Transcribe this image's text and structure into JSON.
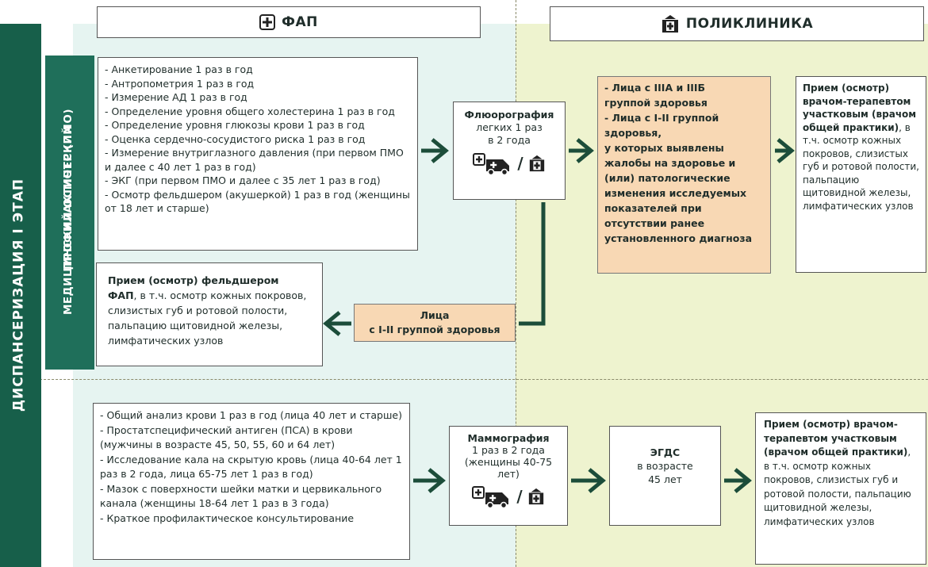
{
  "headers": {
    "fap": "ФАП",
    "clinic": "ПОЛИКЛИНИКА"
  },
  "side_labels": {
    "stage": "ДИСПАНСЕРИЗАЦИЯ I ЭТАП",
    "pmo_line1": "ПРОФИЛАКТИЧЕСКИЙ",
    "pmo_line2": "МЕДИЦИНСКИЙ ОСМОТР (ПМО)"
  },
  "pmo_list": [
    "- Анкетирование 1 раз в год",
    "- Антропометрия 1 раз в год",
    "- Измерение АД 1 раз в год",
    "- Определение уровня общего холестерина 1 раз в год",
    "- Определение уровня глюкозы крови 1 раз в год",
    "- Оценка сердечно-сосудистого риска 1 раз в год",
    "- Измерение внутриглазного давления (при первом ПМО и далее с 40 лет 1 раз в год)",
    "- ЭКГ (при первом ПМО и далее с 35 лет 1 раз в год)",
    "- Осмотр фельдшером (акушеркой) 1 раз в год (женщины от 18 лет и старше)"
  ],
  "fluoro": {
    "title": "Флюорография",
    "line1": "легких 1 раз",
    "line2": "в 2 года"
  },
  "icon_separator": "/",
  "groups_box": {
    "line1": "- Лица с IIIА и IIIБ",
    "line2": "группой здоровья",
    "line3": "- Лица с I-II группой",
    "line4": "здоровья,",
    "line5": "у которых выявлены",
    "line6": "жалобы на здоровье и",
    "line7": "(или) патологические",
    "line8": "изменения исследуемых",
    "line9": "показателей при",
    "line10": "отсутствии ранее",
    "line11": "установленного диагноза"
  },
  "therapist_top": {
    "bold": "Прием (осмотр) врачом-терапевтом участковым (врачом общей практики)",
    "rest": ", в т.ч. осмотр кожных покровов, слизистых губ и ротовой полости, пальпацию щитовидной железы, лимфатических узлов"
  },
  "feldsher": {
    "bold": "Прием (осмотр) фельдшером ФАП",
    "rest": ", в т.ч. осмотр кожных покровов, слизистых губ и ротовой полости, пальпацию щитовидной железы, лимфатических узлов"
  },
  "healthy_group": {
    "line1": "Лица",
    "line2": "с I-II группой здоровья"
  },
  "disp_list": [
    "- Общий анализ крови 1 раз в год (лица 40 лет и старше)",
    "- Простатспецифический антиген (ПСА) в крови (мужчины в возрасте 45, 50, 55, 60 и 64 лет)",
    "- Исследование кала на  скрытую кровь (лица 40-64 лет 1 раз в 2 года, лица 65-75 лет 1 раз в год)",
    "- Мазок с поверхности шейки матки и цервикального канала (женщины 18-64 лет 1 раз в 3 года)",
    "- Краткое профилактическое консультирование"
  ],
  "mammo": {
    "title": "Маммография",
    "line1": "1 раз в 2 года",
    "line2": "(женщины 40-75 лет)"
  },
  "egds": {
    "title": "ЭГДС",
    "line1": "в возрасте",
    "line2": "45 лет"
  },
  "therapist_bottom": {
    "bold": "Прием (осмотр) врачом-терапевтом участковым (врачом общей практики)",
    "rest": ", в т.ч. осмотр кожных покровов, слизистых губ и ротовой полости, пальпацию щитовидной железы, лимфатических узлов"
  },
  "colors": {
    "dark_green": "#175f4a",
    "arrow": "#1c4d3a",
    "orange_box": "#f8d8b4",
    "left_bg": "#e6f4f1",
    "right_bg": "#eef3cf"
  }
}
